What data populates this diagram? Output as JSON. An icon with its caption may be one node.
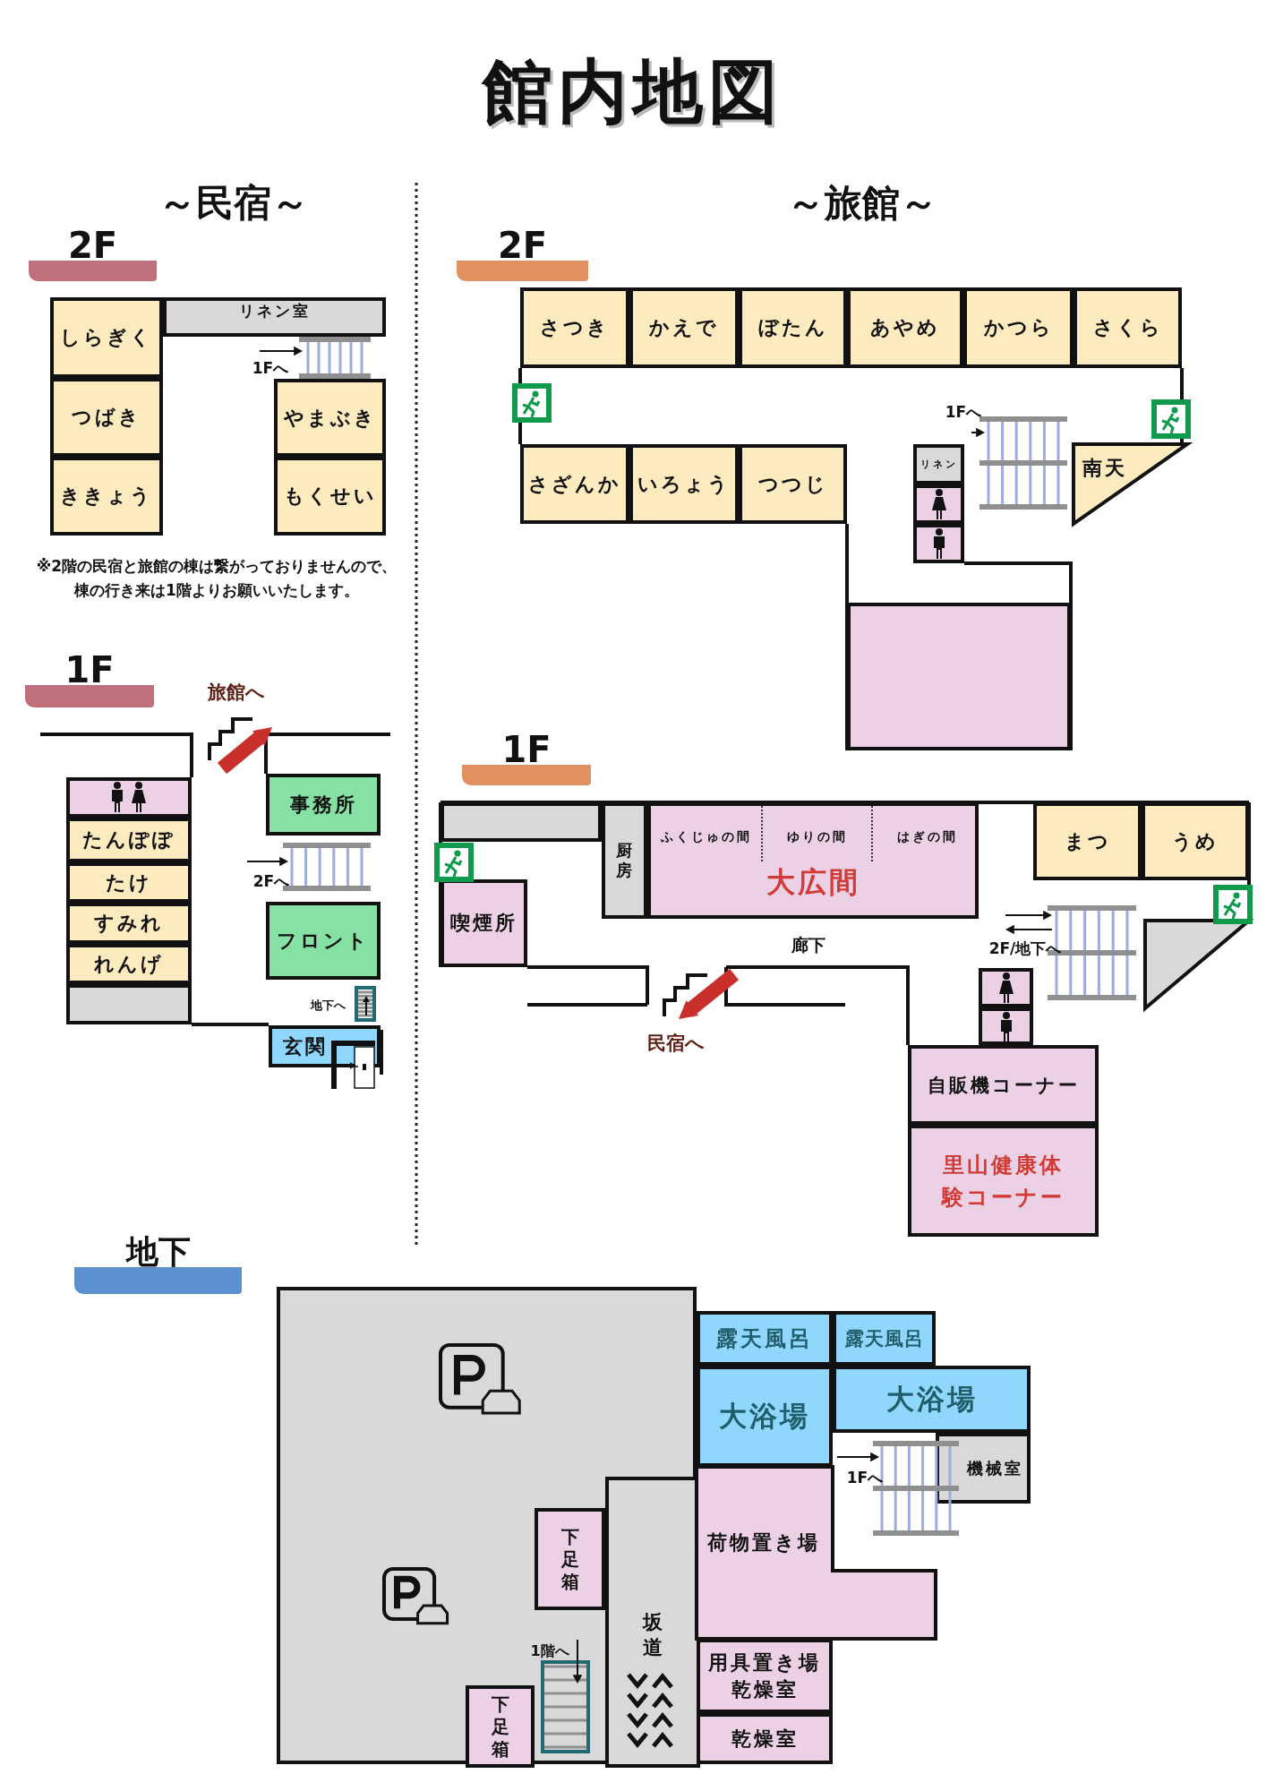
{
  "diagram": {
    "title": "館内地図",
    "nodes": [
      {
        "text": [
          "しらぎく"
        ]
      },
      {
        "text": [
          "つばき"
        ]
      },
      {
        "text": [
          "ききょう"
        ]
      },
      {
        "text": [
          "リネン室"
        ]
      },
      {
        "text": [
          "やまぶき"
        ]
      },
      {
        "text": [
          "もくせい"
        ]
      },
      {
        "text": [],
        "shape": "box"
      },
      {
        "text": [
          "たんぽぽ"
        ]
      },
      {
        "text": [
          "たけ"
        ]
      },
      {
        "text": [
          "すみれ"
        ]
      },
      {
        "text": [
          "れんげ"
        ]
      },
      {
        "text": [],
        "shape": "box"
      },
      {
        "text": [
          "事務所"
        ]
      },
      {
        "text": [
          "フロント"
        ]
      },
      {
        "text": [
          "玄関"
        ]
      },
      {
        "text": [
          "さつき"
        ]
      },
      {
        "text": [
          "かえで"
        ]
      },
      {
        "text": [
          "ぼたん"
        ]
      },
      {
        "text": [
          "あやめ"
        ]
      },
      {
        "text": [
          "かつら"
        ]
      },
      {
        "text": [
          "さくら"
        ]
      },
      {
        "text": [
          "さざんか"
        ]
      },
      {
        "text": [
          "いろょう"
        ]
      },
      {
        "text": [
          "つつじ"
        ]
      },
      {
        "text": [
          "リネン"
        ]
      },
      {
        "text": [],
        "shape": "box"
      },
      {
        "text": [],
        "shape": "box"
      },
      {
        "text": [
          "南天"
        ]
      },
      {
        "text": [],
        "shape": "box"
      },
      {
        "text": [],
        "shape": "box"
      },
      {
        "text": [
          "厨房"
        ]
      },
      {
        "text": [
          "大広間"
        ]
      },
      {
        "text": [
          "ふくじゅの間"
        ],
        "in": 31
      },
      {
        "text": [
          "ゆりの間"
        ],
        "in": 31
      },
      {
        "text": [
          "はぎの間"
        ],
        "in": 31
      },
      {
        "text": [
          "喫煙所"
        ]
      },
      {
        "text": [
          "まつ"
        ]
      },
      {
        "text": [
          "うめ"
        ]
      },
      {
        "text": [],
        "shape": "triangle"
      },
      {
        "text": [],
        "shape": "box"
      },
      {
        "text": [],
        "shape": "box"
      },
      {
        "text": [
          "自販機コーナー"
        ]
      },
      {
        "text": [
          "里山健康体験コーナー"
        ]
      },
      {
        "text": [],
        "shape": "box"
      },
      {
        "text": [
          "下足箱"
        ],
        "in": 43
      },
      {
        "text": [
          "下足箱"
        ],
        "in": 43
      },
      {
        "text": [
          "坂道"
        ],
        "in": 43
      },
      {
        "text": [
          "露天風呂"
        ]
      },
      {
        "text": [
          "露天風呂"
        ]
      },
      {
        "text": [
          "大浴場"
        ]
      },
      {
        "text": [
          "大浴場"
        ]
      },
      {
        "text": [
          "機械室"
        ]
      },
      {
        "text": [
          "荷物置き場"
        ]
      },
      {
        "text": [
          "用具置き場",
          "乾燥室"
        ]
      },
      {
        "text": [
          "乾燥室"
        ]
      }
    ],
    "labels": [
      "～民宿～",
      "～旅館～",
      "2F",
      "2F",
      "1Fへ",
      "1Fへ",
      "※2階の民宿と旅館の棟は繋がっておりませんので、棟の行き来は1階よりお願いいたします。",
      "1F",
      "旅館へ",
      "1F",
      "2Fへ",
      "廊下",
      "2F/地下へ",
      "地下へ",
      "民宿へ",
      "地下",
      "1Fへ",
      "1階へ"
    ]
  }
}
